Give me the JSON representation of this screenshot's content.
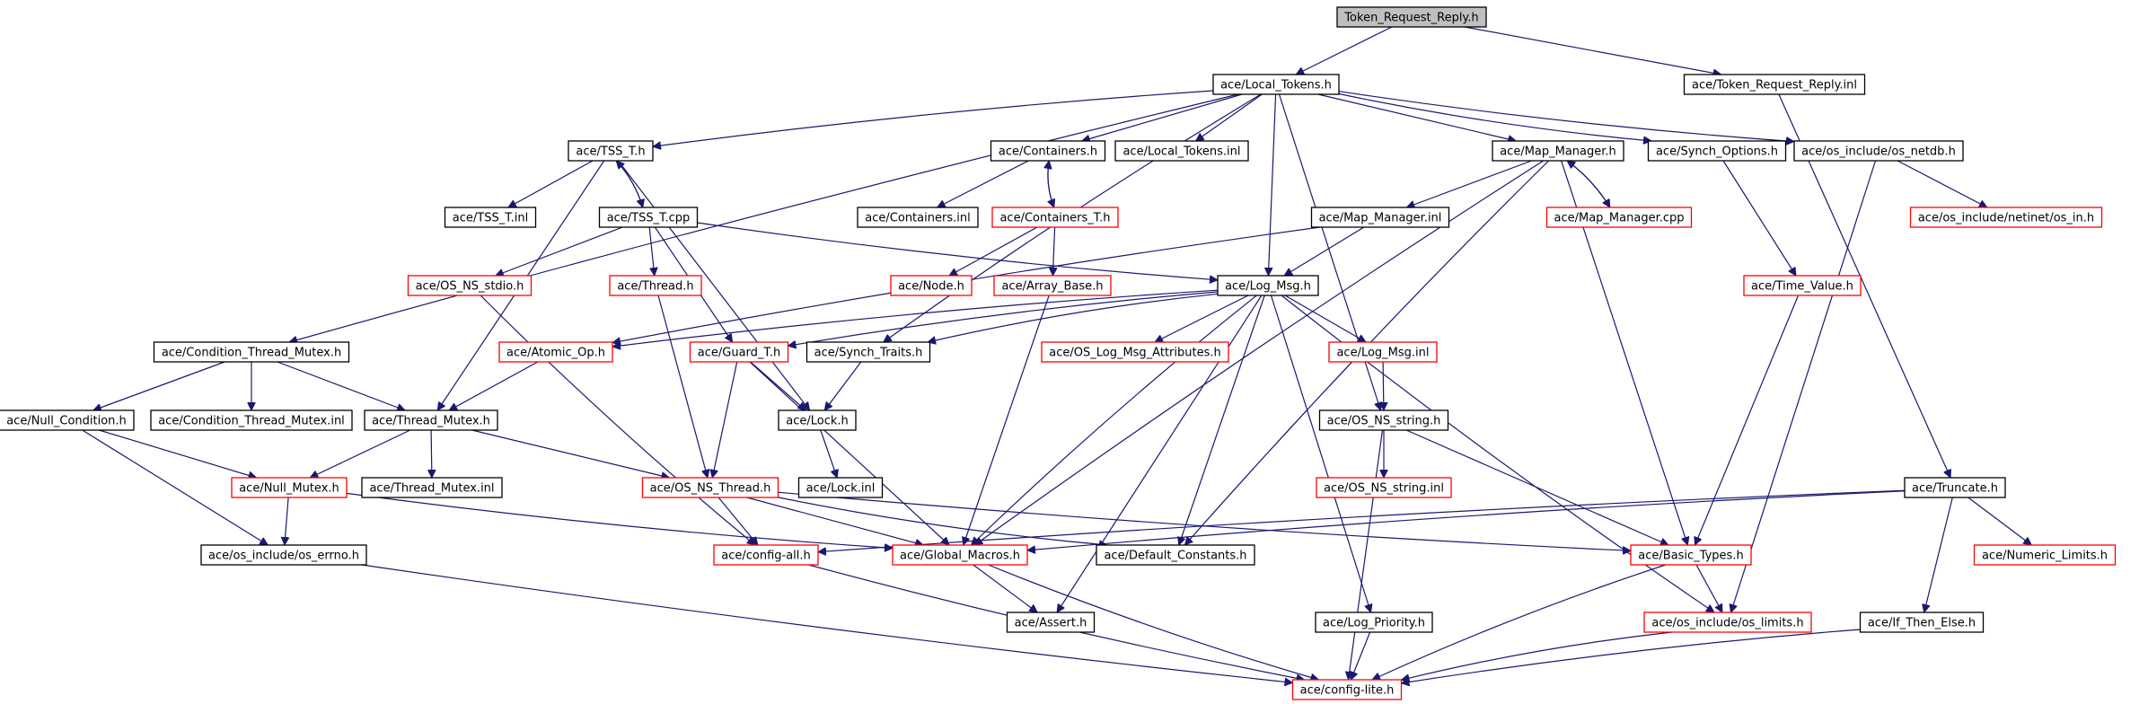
{
  "diagram": {
    "nodes": [
      {
        "id": "root",
        "label": "Token_Request_Reply.h",
        "style": "root"
      },
      {
        "id": "local_tokens_h",
        "label": "ace/Local_Tokens.h",
        "style": "black"
      },
      {
        "id": "trr_inl",
        "label": "ace/Token_Request_Reply.inl",
        "style": "black"
      },
      {
        "id": "tss_t_h",
        "label": "ace/TSS_T.h",
        "style": "black"
      },
      {
        "id": "containers_h",
        "label": "ace/Containers.h",
        "style": "black"
      },
      {
        "id": "local_tokens_inl",
        "label": "ace/Local_Tokens.inl",
        "style": "black"
      },
      {
        "id": "map_manager_h",
        "label": "ace/Map_Manager.h",
        "style": "black"
      },
      {
        "id": "synch_options_h",
        "label": "ace/Synch_Options.h",
        "style": "black"
      },
      {
        "id": "os_netdb_h",
        "label": "ace/os_include/os_netdb.h",
        "style": "black"
      },
      {
        "id": "tss_t_inl",
        "label": "ace/TSS_T.inl",
        "style": "black"
      },
      {
        "id": "tss_t_cpp",
        "label": "ace/TSS_T.cpp",
        "style": "black"
      },
      {
        "id": "containers_inl",
        "label": "ace/Containers.inl",
        "style": "black"
      },
      {
        "id": "containers_t_h",
        "label": "ace/Containers_T.h",
        "style": "red"
      },
      {
        "id": "map_manager_inl",
        "label": "ace/Map_Manager.inl",
        "style": "black"
      },
      {
        "id": "map_manager_cpp",
        "label": "ace/Map_Manager.cpp",
        "style": "red"
      },
      {
        "id": "os_netinet_in_h",
        "label": "ace/os_include/netinet/os_in.h",
        "style": "red"
      },
      {
        "id": "os_ns_stdio_h",
        "label": "ace/OS_NS_stdio.h",
        "style": "red"
      },
      {
        "id": "thread_h",
        "label": "ace/Thread.h",
        "style": "red"
      },
      {
        "id": "node_h",
        "label": "ace/Node.h",
        "style": "red"
      },
      {
        "id": "array_base_h",
        "label": "ace/Array_Base.h",
        "style": "red"
      },
      {
        "id": "log_msg_h",
        "label": "ace/Log_Msg.h",
        "style": "black"
      },
      {
        "id": "time_value_h",
        "label": "ace/Time_Value.h",
        "style": "red"
      },
      {
        "id": "condition_thread_mutex_h",
        "label": "ace/Condition_Thread_Mutex.h",
        "style": "black"
      },
      {
        "id": "atomic_op_h",
        "label": "ace/Atomic_Op.h",
        "style": "red"
      },
      {
        "id": "guard_t_h",
        "label": "ace/Guard_T.h",
        "style": "red"
      },
      {
        "id": "synch_traits_h",
        "label": "ace/Synch_Traits.h",
        "style": "black"
      },
      {
        "id": "os_log_msg_attributes_h",
        "label": "ace/OS_Log_Msg_Attributes.h",
        "style": "red"
      },
      {
        "id": "log_msg_inl",
        "label": "ace/Log_Msg.inl",
        "style": "red"
      },
      {
        "id": "null_condition_h",
        "label": "ace/Null_Condition.h",
        "style": "black"
      },
      {
        "id": "condition_thread_mutex_inl",
        "label": "ace/Condition_Thread_Mutex.inl",
        "style": "black"
      },
      {
        "id": "thread_mutex_h",
        "label": "ace/Thread_Mutex.h",
        "style": "black"
      },
      {
        "id": "lock_h",
        "label": "ace/Lock.h",
        "style": "black"
      },
      {
        "id": "os_ns_string_h",
        "label": "ace/OS_NS_string.h",
        "style": "black"
      },
      {
        "id": "null_mutex_h",
        "label": "ace/Null_Mutex.h",
        "style": "red"
      },
      {
        "id": "thread_mutex_inl",
        "label": "ace/Thread_Mutex.inl",
        "style": "black"
      },
      {
        "id": "os_ns_thread_h",
        "label": "ace/OS_NS_Thread.h",
        "style": "red"
      },
      {
        "id": "lock_inl",
        "label": "ace/Lock.inl",
        "style": "black"
      },
      {
        "id": "os_ns_string_inl",
        "label": "ace/OS_NS_string.inl",
        "style": "red"
      },
      {
        "id": "truncate_h",
        "label": "ace/Truncate.h",
        "style": "black"
      },
      {
        "id": "os_errno_h",
        "label": "ace/os_include/os_errno.h",
        "style": "black"
      },
      {
        "id": "config_all_h",
        "label": "ace/config-all.h",
        "style": "red"
      },
      {
        "id": "global_macros_h",
        "label": "ace/Global_Macros.h",
        "style": "red"
      },
      {
        "id": "default_constants_h",
        "label": "ace/Default_Constants.h",
        "style": "black"
      },
      {
        "id": "basic_types_h",
        "label": "ace/Basic_Types.h",
        "style": "red"
      },
      {
        "id": "numeric_limits_h",
        "label": "ace/Numeric_Limits.h",
        "style": "red"
      },
      {
        "id": "assert_h",
        "label": "ace/Assert.h",
        "style": "black"
      },
      {
        "id": "log_priority_h",
        "label": "ace/Log_Priority.h",
        "style": "black"
      },
      {
        "id": "os_limits_h",
        "label": "ace/os_include/os_limits.h",
        "style": "red"
      },
      {
        "id": "if_then_else_h",
        "label": "ace/If_Then_Else.h",
        "style": "black"
      },
      {
        "id": "config_lite_h",
        "label": "ace/config-lite.h",
        "style": "red"
      }
    ],
    "edges": [
      [
        "root",
        "local_tokens_h"
      ],
      [
        "root",
        "trr_inl"
      ],
      [
        "local_tokens_h",
        "tss_t_h"
      ],
      [
        "local_tokens_h",
        "containers_h"
      ],
      [
        "local_tokens_h",
        "local_tokens_inl"
      ],
      [
        "local_tokens_h",
        "map_manager_h"
      ],
      [
        "local_tokens_h",
        "synch_options_h"
      ],
      [
        "local_tokens_h",
        "os_netdb_h"
      ],
      [
        "local_tokens_h",
        "condition_thread_mutex_h"
      ],
      [
        "local_tokens_h",
        "synch_traits_h"
      ],
      [
        "local_tokens_h",
        "log_msg_h"
      ],
      [
        "local_tokens_h",
        "os_ns_string_h"
      ],
      [
        "trr_inl",
        "truncate_h"
      ],
      [
        "tss_t_h",
        "tss_t_inl"
      ],
      [
        "tss_t_h",
        "tss_t_cpp"
      ],
      [
        "tss_t_h",
        "thread_mutex_h"
      ],
      [
        "tss_t_h",
        "lock_h"
      ],
      [
        "tss_t_cpp",
        "tss_t_h"
      ],
      [
        "tss_t_cpp",
        "os_ns_stdio_h"
      ],
      [
        "tss_t_cpp",
        "thread_h"
      ],
      [
        "tss_t_cpp",
        "guard_t_h"
      ],
      [
        "tss_t_cpp",
        "log_msg_h"
      ],
      [
        "containers_h",
        "containers_inl"
      ],
      [
        "containers_h",
        "containers_t_h"
      ],
      [
        "containers_t_h",
        "containers_h"
      ],
      [
        "containers_t_h",
        "node_h"
      ],
      [
        "containers_t_h",
        "array_base_h"
      ],
      [
        "map_manager_h",
        "map_manager_inl"
      ],
      [
        "map_manager_h",
        "map_manager_cpp"
      ],
      [
        "map_manager_h",
        "basic_types_h"
      ],
      [
        "map_manager_h",
        "global_macros_h"
      ],
      [
        "map_manager_h",
        "default_constants_h"
      ],
      [
        "map_manager_cpp",
        "map_manager_h"
      ],
      [
        "map_manager_inl",
        "log_msg_h"
      ],
      [
        "map_manager_inl",
        "atomic_op_h"
      ],
      [
        "synch_options_h",
        "time_value_h"
      ],
      [
        "os_netdb_h",
        "os_netinet_in_h"
      ],
      [
        "os_netdb_h",
        "os_limits_h"
      ],
      [
        "time_value_h",
        "basic_types_h"
      ],
      [
        "os_ns_stdio_h",
        "config_all_h"
      ],
      [
        "thread_h",
        "os_ns_thread_h"
      ],
      [
        "array_base_h",
        "global_macros_h"
      ],
      [
        "log_msg_h",
        "atomic_op_h"
      ],
      [
        "log_msg_h",
        "guard_t_h"
      ],
      [
        "log_msg_h",
        "synch_traits_h"
      ],
      [
        "log_msg_h",
        "os_log_msg_attributes_h"
      ],
      [
        "log_msg_h",
        "log_msg_inl"
      ],
      [
        "log_msg_h",
        "global_macros_h"
      ],
      [
        "log_msg_h",
        "default_constants_h"
      ],
      [
        "log_msg_h",
        "assert_h"
      ],
      [
        "log_msg_h",
        "log_priority_h"
      ],
      [
        "log_msg_h",
        "os_limits_h"
      ],
      [
        "log_msg_inl",
        "os_ns_string_h"
      ],
      [
        "condition_thread_mutex_h",
        "null_condition_h"
      ],
      [
        "condition_thread_mutex_h",
        "condition_thread_mutex_inl"
      ],
      [
        "condition_thread_mutex_h",
        "thread_mutex_h"
      ],
      [
        "atomic_op_h",
        "thread_mutex_h"
      ],
      [
        "guard_t_h",
        "lock_h"
      ],
      [
        "guard_t_h",
        "os_ns_thread_h"
      ],
      [
        "guard_t_h",
        "global_macros_h"
      ],
      [
        "synch_traits_h",
        "lock_h"
      ],
      [
        "lock_h",
        "lock_inl"
      ],
      [
        "null_condition_h",
        "null_mutex_h"
      ],
      [
        "null_condition_h",
        "os_errno_h"
      ],
      [
        "thread_mutex_h",
        "null_mutex_h"
      ],
      [
        "thread_mutex_h",
        "thread_mutex_inl"
      ],
      [
        "thread_mutex_h",
        "os_ns_thread_h"
      ],
      [
        "null_mutex_h",
        "os_errno_h"
      ],
      [
        "null_mutex_h",
        "global_macros_h"
      ],
      [
        "os_ns_thread_h",
        "config_all_h"
      ],
      [
        "os_ns_thread_h",
        "global_macros_h"
      ],
      [
        "os_ns_thread_h",
        "default_constants_h"
      ],
      [
        "os_ns_thread_h",
        "basic_types_h"
      ],
      [
        "os_ns_string_h",
        "os_ns_string_inl"
      ],
      [
        "os_ns_string_h",
        "basic_types_h"
      ],
      [
        "os_ns_string_h",
        "config_lite_h"
      ],
      [
        "truncate_h",
        "config_all_h"
      ],
      [
        "truncate_h",
        "global_macros_h"
      ],
      [
        "truncate_h",
        "numeric_limits_h"
      ],
      [
        "truncate_h",
        "if_then_else_h"
      ],
      [
        "global_macros_h",
        "assert_h"
      ],
      [
        "global_macros_h",
        "config_lite_h"
      ],
      [
        "basic_types_h",
        "os_limits_h"
      ],
      [
        "basic_types_h",
        "config_lite_h"
      ],
      [
        "config_all_h",
        "config_lite_h"
      ],
      [
        "os_errno_h",
        "config_lite_h"
      ],
      [
        "log_priority_h",
        "config_lite_h"
      ],
      [
        "os_limits_h",
        "config_lite_h"
      ],
      [
        "if_then_else_h",
        "config_lite_h"
      ]
    ]
  }
}
